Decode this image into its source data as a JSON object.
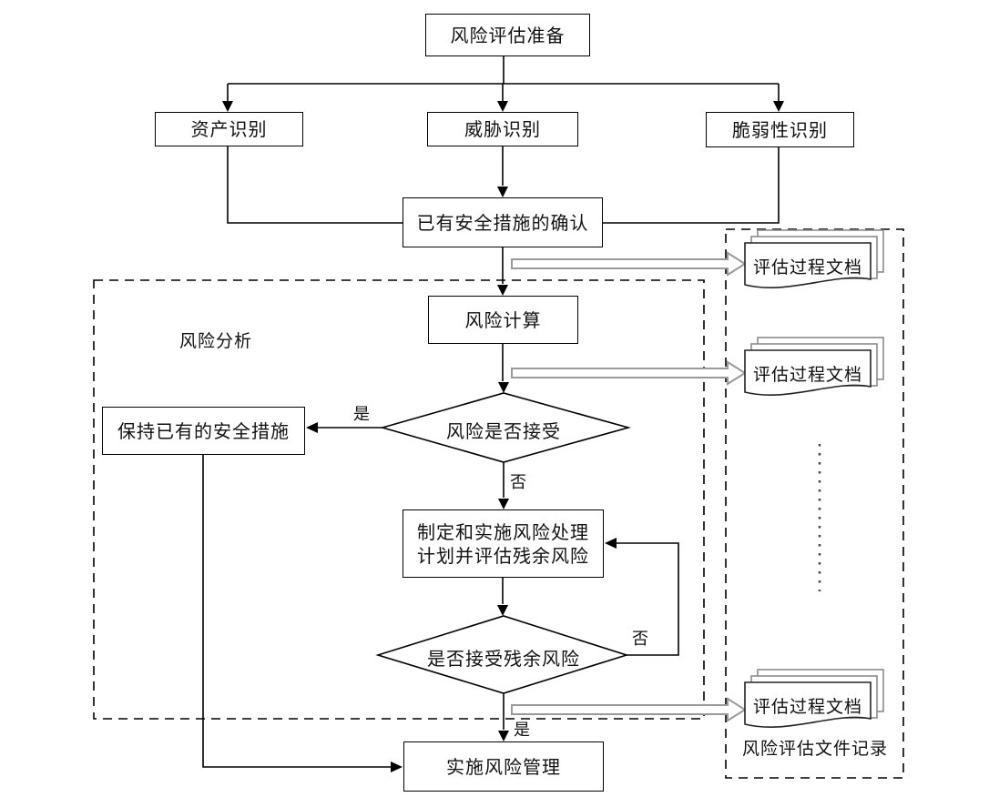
{
  "diagram": {
    "nodes": {
      "prepare": "风险评估准备",
      "asset": "资产识别",
      "threat": "威胁识别",
      "vuln": "脆弱性识别",
      "confirm": "已有安全措施的确认",
      "calc": "风险计算",
      "decision_accept": "风险是否接受",
      "keep": "保持已有的安全措施",
      "treatment_line1": "制定和实施风险处理",
      "treatment_line2": "计划并评估残余风险",
      "decision_residual": "是否接受残余风险",
      "implement": "实施风险管理"
    },
    "groups": {
      "risk_analysis": "风险分析",
      "records": "风险评估文件记录"
    },
    "documents": {
      "label": "评估过程文档"
    },
    "edge_labels": {
      "yes": "是",
      "no": "否"
    },
    "colors": {
      "line": "#000000",
      "background": "#ffffff",
      "doc_back_edge": "#8c8c8c",
      "hollow_arrow": "#9a9a9a"
    }
  }
}
